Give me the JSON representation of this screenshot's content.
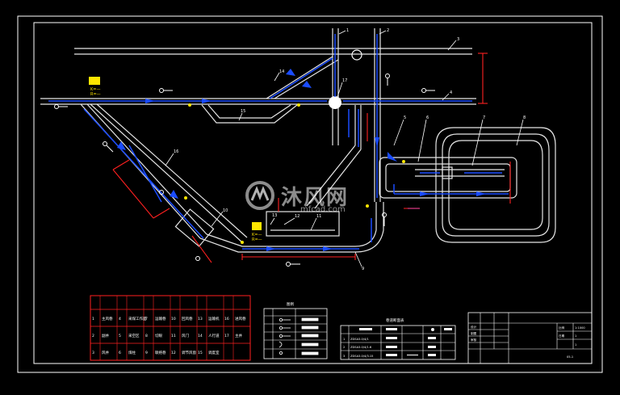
{
  "drawing": {
    "sheet_number": "05-1",
    "callouts": [
      "1",
      "2",
      "3",
      "4",
      "5",
      "6",
      "7",
      "8",
      "9",
      "10",
      "11",
      "12",
      "13",
      "14",
      "15",
      "16",
      "17"
    ],
    "station_tags": [
      {
        "line1": "K=—",
        "line2": "R=—"
      },
      {
        "line1": "K=—",
        "line2": "R=—"
      }
    ]
  },
  "watermark": {
    "brand": "沐风网",
    "site": "mfcad.com"
  },
  "legend_table": {
    "rows": [
      [
        {
          "no": "1",
          "name": "主风巷"
        },
        {
          "no": "4",
          "name": "采煤工作面"
        },
        {
          "no": "7",
          "name": "运输巷"
        },
        {
          "no": "10",
          "name": "回风巷"
        },
        {
          "no": "13",
          "name": "运输机"
        },
        {
          "no": "16",
          "name": "进风巷"
        }
      ],
      [
        {
          "no": "2",
          "name": "副井"
        },
        {
          "no": "5",
          "name": "采空区"
        },
        {
          "no": "8",
          "name": "切眼"
        },
        {
          "no": "11",
          "name": "风门"
        },
        {
          "no": "14",
          "name": "人行道"
        },
        {
          "no": "17",
          "name": "主井"
        }
      ],
      [
        {
          "no": "3",
          "name": "风井"
        },
        {
          "no": "6",
          "name": "煤柱"
        },
        {
          "no": "9",
          "name": "联络巷"
        },
        {
          "no": "12",
          "name": "调节风窗"
        },
        {
          "no": "15",
          "name": "调度室"
        }
      ]
    ]
  },
  "symbol_table": {
    "title": "图例"
  },
  "spec_table": {
    "title": "巷道断面表",
    "rows": [
      [
        "1",
        "ZDSA3.0/4/1",
        "",
        "",
        ""
      ],
      [
        "2",
        "ZDSA3.0/4/1.6",
        "",
        "",
        ""
      ],
      [
        "3",
        "ZDSA3.0/4/3.15",
        "",
        "",
        ""
      ]
    ]
  },
  "title_block": {
    "labels": [
      "设计",
      "制图",
      "审核",
      "比例",
      "日期"
    ],
    "values": [
      "1:1000",
      "1",
      "1"
    ]
  }
}
